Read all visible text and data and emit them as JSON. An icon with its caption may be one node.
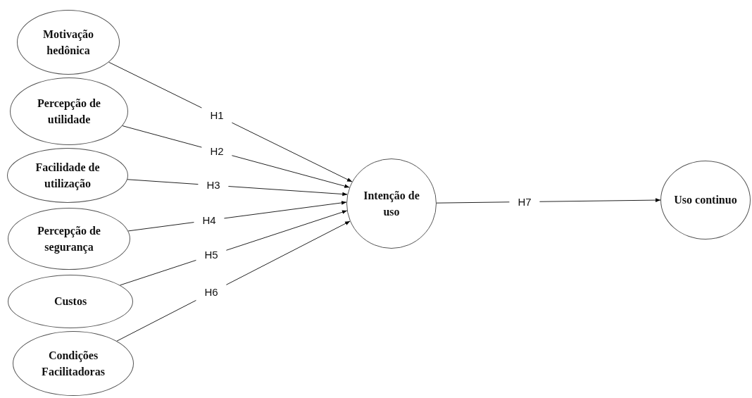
{
  "diagram": {
    "nodes": [
      {
        "text": [
          "Motivação hedônica"
        ]
      },
      {
        "text": [
          "Percepção de utilidade"
        ]
      },
      {
        "text": [
          "Facilidade de utilização"
        ]
      },
      {
        "text": [
          "Percepção de segurança"
        ]
      },
      {
        "text": [
          "Custos"
        ]
      },
      {
        "text": [
          "Condições Facilitadoras"
        ]
      },
      {
        "text": [
          "Intenção de uso"
        ]
      },
      {
        "text": [
          "Uso continuo"
        ]
      }
    ],
    "edges": [
      {
        "from": 0,
        "to": 6,
        "arrow": "to",
        "label": "H1"
      },
      {
        "from": 1,
        "to": 6,
        "arrow": "to",
        "label": "H2"
      },
      {
        "from": 2,
        "to": 6,
        "arrow": "to",
        "label": "H3"
      },
      {
        "from": 3,
        "to": 6,
        "arrow": "to",
        "label": "H4"
      },
      {
        "from": 4,
        "to": 6,
        "arrow": "to",
        "label": "H5"
      },
      {
        "from": 5,
        "to": 6,
        "arrow": "to",
        "label": "H6"
      },
      {
        "from": 6,
        "to": 7,
        "arrow": "to",
        "label": "H7"
      }
    ]
  }
}
